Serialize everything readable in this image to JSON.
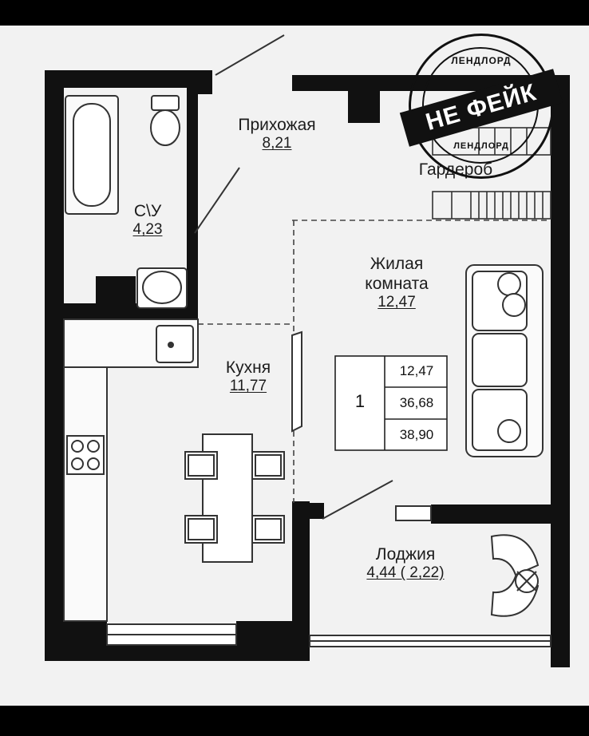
{
  "rooms": {
    "bathroom": {
      "name": "С\\У",
      "area": "4,23"
    },
    "hallway": {
      "name": "Прихожая",
      "area": "8,21"
    },
    "wardrobe": {
      "name": "Гардероб"
    },
    "living": {
      "name_line1": "Жилая",
      "name_line2": "комната",
      "area": "12,47"
    },
    "kitchen": {
      "name": "Кухня",
      "area": "11,77"
    },
    "loggia": {
      "name": "Лоджия",
      "area": "4,44 ( 2,22)"
    }
  },
  "summary": {
    "rooms": "1",
    "living_area": "12,47",
    "total_area": "36,68",
    "total_with_loggia": "38,90"
  },
  "stamp": {
    "top_text": "ЛЕНДЛОРД",
    "main_text": "НЕ ФЕЙК",
    "bottom_text": "ЛЕНДЛОРД"
  },
  "colors": {
    "wall": "#111111",
    "line": "#333333",
    "paper": "#f2f2f2"
  }
}
